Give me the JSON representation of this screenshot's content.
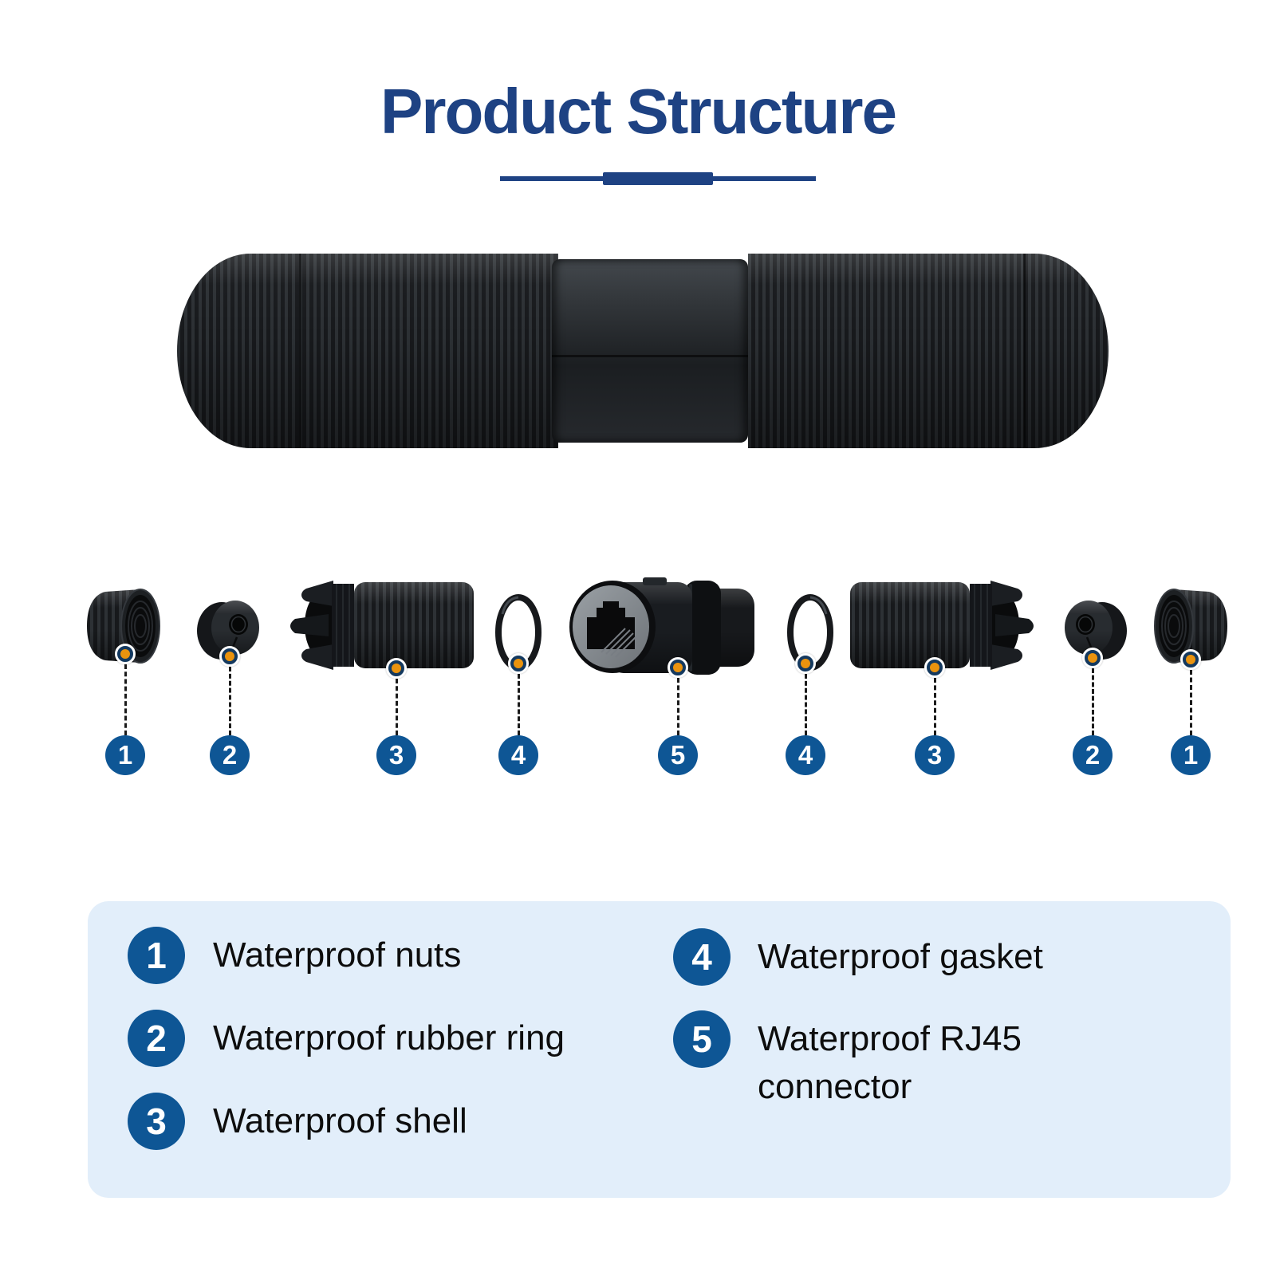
{
  "title": "Product Structure",
  "colors": {
    "title_navy": "#1e4283",
    "badge_blue": "#0e5695",
    "marker_orange": "#ea930e",
    "marker_ring_navy": "#14395f",
    "legend_background": "#e2eefa",
    "legend_text": "#0d0d0d",
    "product_body": "#1a1d20"
  },
  "icons": {
    "marker_dot": "orange locator dot with navy ring",
    "number_badge": "white numeral on blue circle"
  },
  "callouts": [
    "1",
    "2",
    "3",
    "4",
    "5",
    "4",
    "3",
    "2",
    "1"
  ],
  "legend": {
    "columns": [
      {
        "items": [
          {
            "num": "1",
            "label": "Waterproof nuts"
          },
          {
            "num": "2",
            "label": "Waterproof rubber ring"
          },
          {
            "num": "3",
            "label": "Waterproof shell"
          }
        ]
      },
      {
        "items": [
          {
            "num": "4",
            "label": "Waterproof gasket"
          },
          {
            "num": "5",
            "label": "Waterproof RJ45 connector"
          }
        ]
      }
    ]
  }
}
